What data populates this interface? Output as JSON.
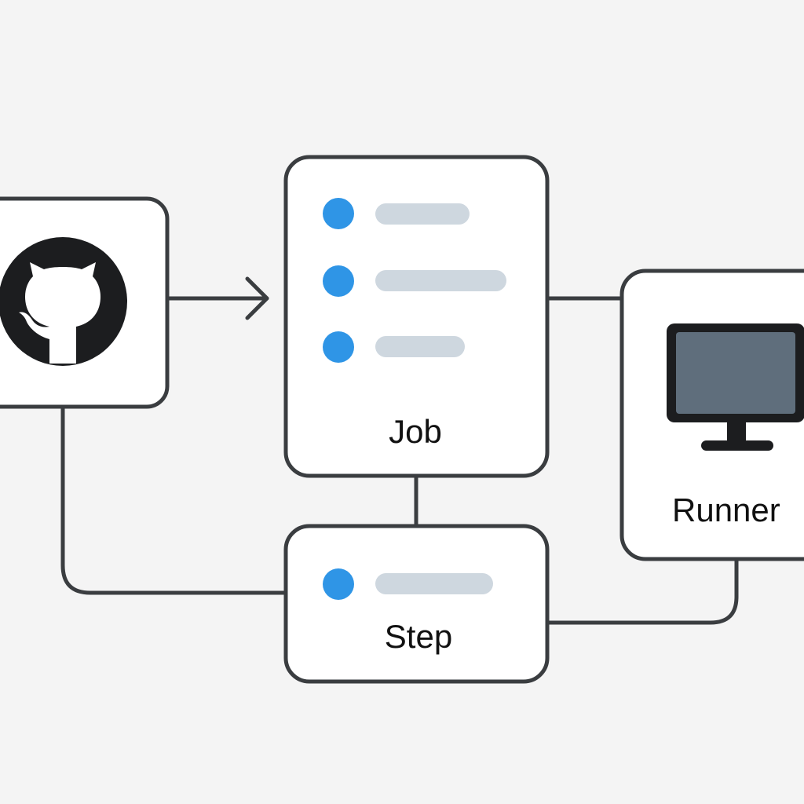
{
  "colors": {
    "background": "#f4f4f4",
    "box_fill": "#ffffff",
    "stroke": "#3a3d40",
    "accent_dot": "#2f95e6",
    "bar": "#ced7df",
    "icon_dark": "#1c1d1f",
    "screen": "#5f6e7c"
  },
  "nodes": {
    "github": {
      "icon": "github-octocat-icon"
    },
    "job": {
      "label": "Job",
      "items": 3
    },
    "step": {
      "label": "Step",
      "items": 1
    },
    "runner": {
      "label": "Runner",
      "icon": "monitor-icon"
    }
  }
}
